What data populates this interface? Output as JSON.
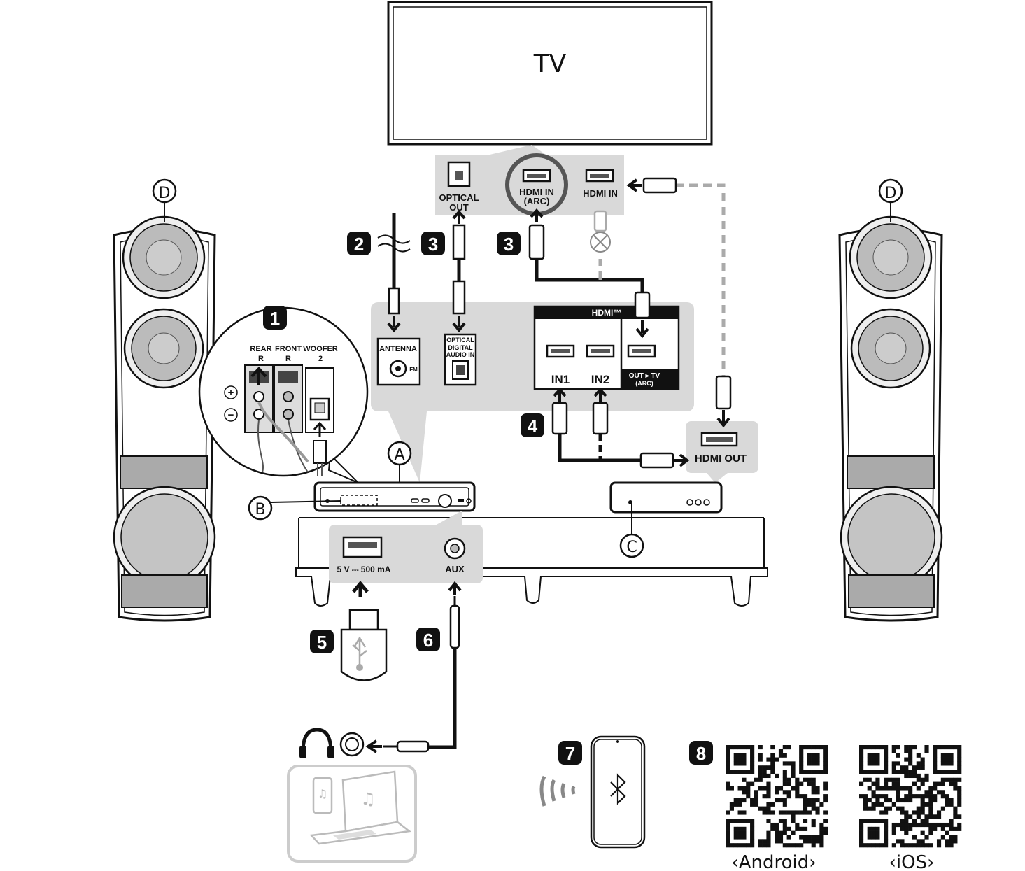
{
  "tv": {
    "label": "TV"
  },
  "tv_panel": {
    "optical_out": [
      "OPTICAL",
      "OUT"
    ],
    "hdmi_in_arc": [
      "HDMI IN",
      "(ARC)"
    ],
    "hdmi_in": "HDMI IN"
  },
  "steps": {
    "s1": "1",
    "s2": "2",
    "s3a": "3",
    "s3b": "3",
    "s4": "4",
    "s5": "5",
    "s6": "6",
    "s7": "7",
    "s8": "8"
  },
  "callouts": {
    "a": "A",
    "b": "B",
    "c": "C",
    "d_left": "D",
    "d_right": "D"
  },
  "speaker_terminals": {
    "rear": "REAR",
    "rear_r": "R",
    "front": "FRONT",
    "front_r": "R",
    "woofer": "WOOFER",
    "woofer_2": "2",
    "plus": "+",
    "minus": "−"
  },
  "unit_panel": {
    "antenna": "ANTENNA",
    "fm": "FM",
    "optical_in": [
      "OPTICAL",
      "DIGITAL",
      "AUDIO IN"
    ],
    "hdmi_logo": "HDMI™",
    "in1": "IN1",
    "in2": "IN2",
    "out_tv": [
      "OUT ▸ TV",
      "(ARC)"
    ]
  },
  "front_panel": {
    "usb_rating": "5 V ⎓ 500 mA",
    "aux": "AUX"
  },
  "source_box": {
    "hdmi_out": "HDMI OUT"
  },
  "qr": {
    "android": "‹Android›",
    "ios": "‹iOS›"
  },
  "icons": [
    "headphones-icon",
    "usb-drive-icon",
    "bluetooth-icon",
    "music-note-icon",
    "qr-code-icon",
    "x-mark-icon"
  ],
  "colors": {
    "panel": "#d9d9d9",
    "cable": "#111111",
    "dashed": "#aaaaaa"
  }
}
